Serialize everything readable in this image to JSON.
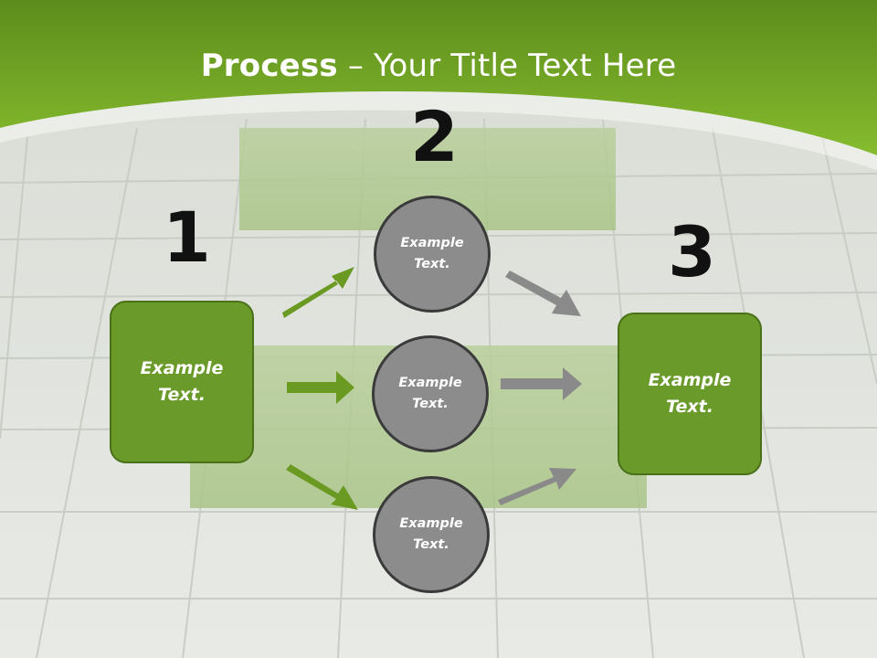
{
  "slide": {
    "title_bold": "Process",
    "title_rest": " – Your Title Text Here"
  },
  "steps": {
    "step1": {
      "number": "1",
      "text": "Example Text."
    },
    "step2": {
      "number": "2"
    },
    "step3": {
      "number": "3",
      "text": "Example Text."
    }
  },
  "circles": [
    {
      "text": "Example Text."
    },
    {
      "text": "Example Text."
    },
    {
      "text": "Example Text."
    }
  ],
  "colors": {
    "header_green": "#7ab52a",
    "box_green": "#6a9a2a",
    "circle_gray": "#8c8c8c",
    "arrow_green": "#6b9a22",
    "arrow_gray": "#8a8a8a"
  }
}
